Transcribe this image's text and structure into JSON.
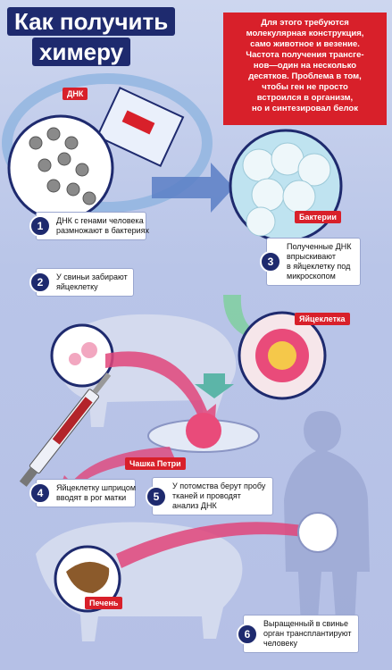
{
  "title": {
    "line1": "Как получить",
    "line2": "химеру"
  },
  "intro": {
    "lines": [
      "Для этого требуются",
      "молекулярная конструкция,",
      "само животное и везение.",
      "Частота получения трансге-",
      "нов—один на несколько",
      "десятков. Проблема в том,",
      "чтобы ген не просто",
      "встроился в организм,",
      "но и синтезировал белок"
    ]
  },
  "labels": {
    "dna": "ДНК",
    "bacteria": "Бактерии",
    "egg": "Яйцеклетка",
    "petri": "Чашка Петри",
    "liver": "Печень"
  },
  "steps": [
    {
      "num": "1",
      "lines": [
        "ДНК с генами человека",
        "размножают в бактериях"
      ]
    },
    {
      "num": "2",
      "lines": [
        "У свиньи забирают",
        "яйцеклетку"
      ]
    },
    {
      "num": "3",
      "lines": [
        "Полученные ДНК",
        "впрыскивают",
        "в яйцеклетку под",
        "микроскопом"
      ]
    },
    {
      "num": "4",
      "lines": [
        "Яйцеклетку шприцом",
        "вводят в рог матки"
      ]
    },
    {
      "num": "5",
      "lines": [
        "У потомства берут пробу",
        "тканей и проводят",
        "анализ ДНК"
      ]
    },
    {
      "num": "6",
      "lines": [
        "Выращенный в свинье",
        "орган трансплантируют",
        "человеку"
      ]
    }
  ],
  "colors": {
    "navy": "#1e2a6e",
    "red": "#d8202a",
    "pink": "#e0457a",
    "background": "#c3cdeb"
  }
}
